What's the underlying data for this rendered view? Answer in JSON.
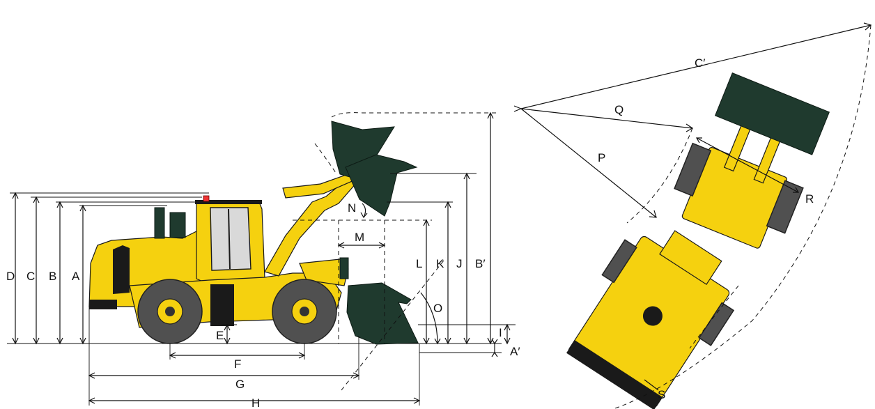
{
  "labels": {
    "A": "A",
    "B": "B",
    "C": "C",
    "D": "D",
    "E": "E",
    "F": "F",
    "G": "G",
    "H": "H",
    "I": "I",
    "J": "J",
    "K": "K",
    "L": "L",
    "M": "M",
    "N": "N",
    "O": "O",
    "P": "P",
    "Q": "Q",
    "R": "R",
    "S": "S",
    "A_prime": "A′",
    "B_prime": "B′",
    "C_prime": "C′"
  },
  "colors": {
    "body": "#f5d10f",
    "bucket": "#1f3a2e",
    "tire": "#505050",
    "lines": "#111111"
  }
}
